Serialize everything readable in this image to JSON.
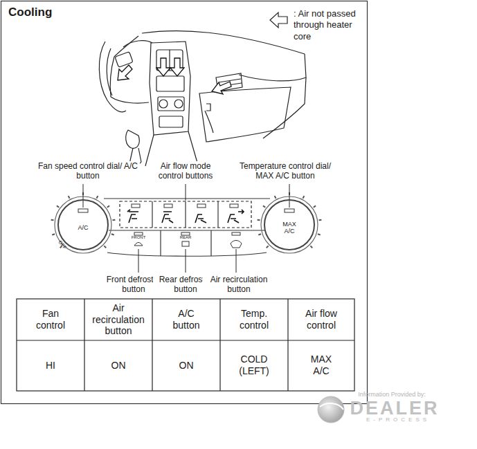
{
  "diagram": {
    "title": "Cooling",
    "nodes": [
      {
        "text": [
          "A/C"
        ]
      },
      {
        "text": [
          "MAX A/C"
        ]
      }
    ],
    "labels": [
      "Fan speed control dial/ A/C button",
      "Air flow mode control buttons",
      "Temperature control dial/ MAX A/C button",
      "OFF",
      "FRONT",
      "REAR",
      "Front defroster button",
      "Rear defroster button",
      "Air recirculation button",
      "Fan control",
      "Air recirculation button",
      "A/C button",
      "Temp. control",
      "Air flow control",
      "HI",
      "ON",
      "ON",
      "COLD (LEFT)",
      "MAX A/C",
      "Information Provided by:",
      "DEALER",
      "E-PROCESS"
    ],
    "legend": [
      {
        "text": ": Air not passed through heater core"
      }
    ]
  }
}
